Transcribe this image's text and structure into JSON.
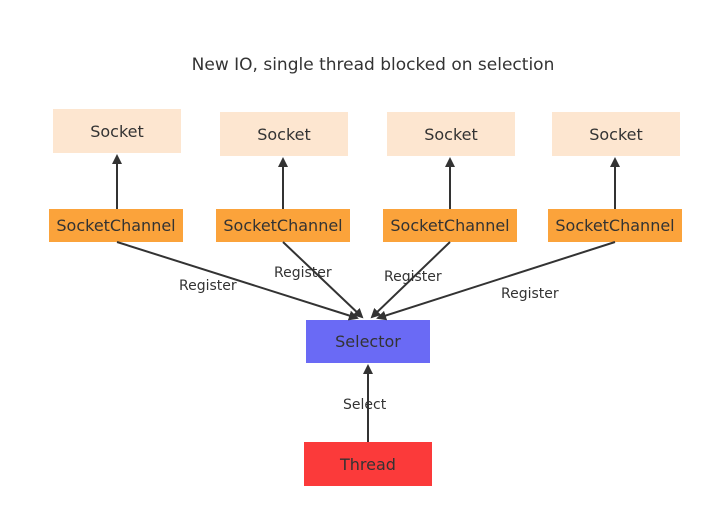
{
  "title": "New IO, single thread blocked on selection",
  "sockets": [
    "Socket",
    "Socket",
    "Socket",
    "Socket"
  ],
  "channels": [
    "SocketChannel",
    "SocketChannel",
    "SocketChannel",
    "SocketChannel"
  ],
  "selector": "Selector",
  "thread": "Thread",
  "register_labels": [
    "Register",
    "Register",
    "Register",
    "Register"
  ],
  "select_label": "Select",
  "colors": {
    "socket": "#fde6d0",
    "channel": "#fba33b",
    "selector": "#6a6af5",
    "thread": "#fb3a3a",
    "edge": "#333333"
  }
}
